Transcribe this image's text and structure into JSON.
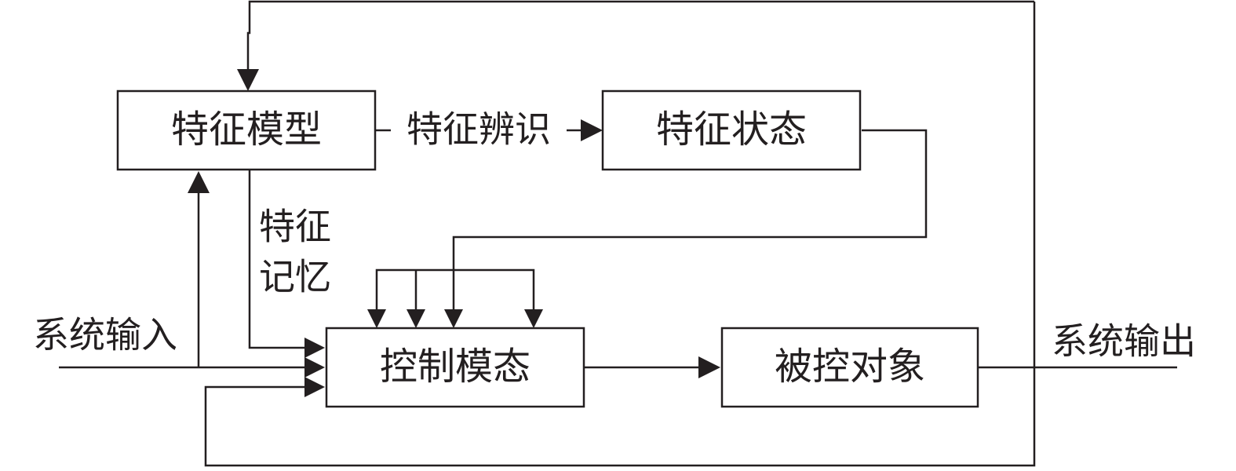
{
  "diagram": {
    "boxes": {
      "feature_model": "特征模型",
      "feature_state": "特征状态",
      "control_mode": "控制模态",
      "controlled_object": "被控对象"
    },
    "labels": {
      "feature_identification": "特征辨识",
      "feature_memory_line1": "特征",
      "feature_memory_line2": "记忆",
      "system_input": "系统输入",
      "system_output": "系统输出"
    }
  }
}
